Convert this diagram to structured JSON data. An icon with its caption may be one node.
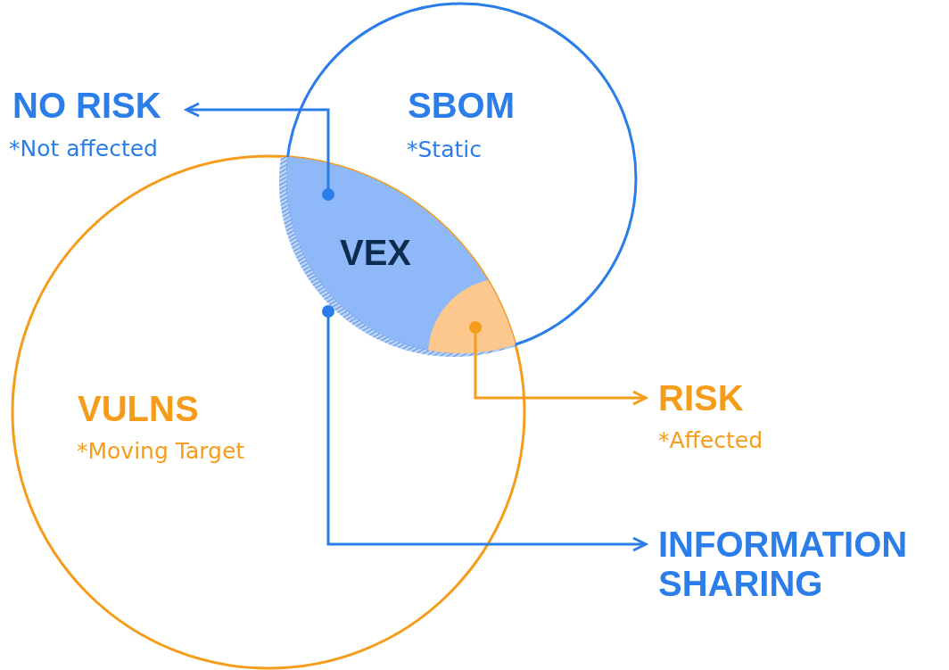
{
  "diagram": {
    "nodes": [
      {
        "text": [
          "SBOM",
          "*Static"
        ]
      },
      {
        "text": [
          "VULNS",
          "*Moving Target"
        ]
      },
      {
        "text": [
          "VEX"
        ]
      },
      {
        "text": [
          "NO RISK",
          "*Not affected"
        ]
      },
      {
        "text": [
          "RISK",
          "*Affected"
        ]
      },
      {
        "text": [
          "INFORMATION SHARING"
        ]
      },
      {
        "text": [],
        "shape": "circle",
        "in": 2
      },
      {
        "text": [],
        "shape": "band"
      }
    ],
    "edges": [
      {
        "from": 2,
        "to": 3,
        "arrow": "to"
      },
      {
        "from": 6,
        "to": 4,
        "arrow": "to",
        "color": "#f59c1a"
      },
      {
        "from": 7,
        "to": 5,
        "arrow": "to"
      }
    ]
  }
}
